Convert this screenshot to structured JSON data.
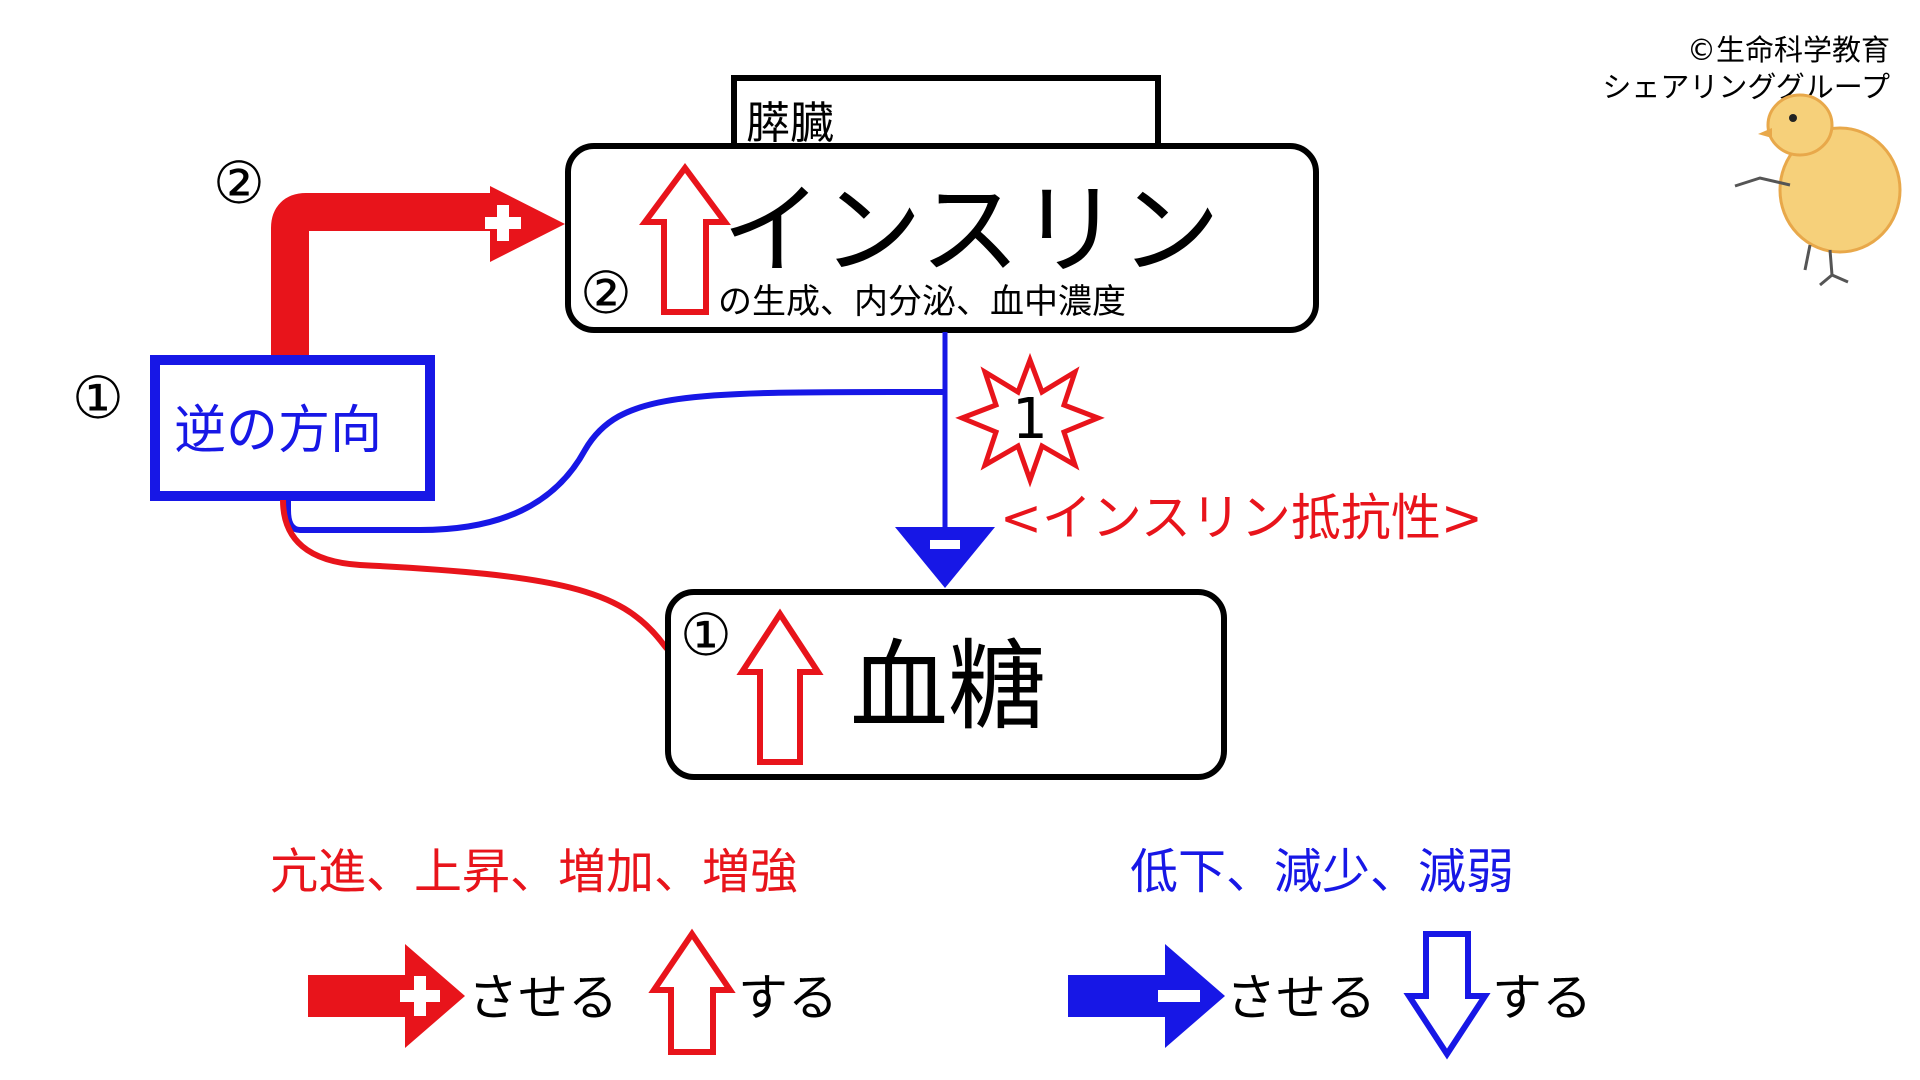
{
  "copyright": {
    "line1": "©生命科学教育",
    "line2": "シェアリンググループ"
  },
  "pancreas_label": "膵臓",
  "insulin": {
    "title": "インスリン",
    "subtitle": "の生成、内分泌、血中濃度",
    "marker": "②"
  },
  "marker_top": "②",
  "marker_left": "①",
  "reverse_direction": "逆の方向",
  "blood_sugar": {
    "title": "血糖",
    "marker": "①"
  },
  "resistance": {
    "number": "1",
    "label": "<インスリン抵抗性>"
  },
  "legend": {
    "increase_words": "亢進、上昇、増加、増強",
    "decrease_words": "低下、減少、減弱",
    "make_label_1": "させる",
    "do_label_1": "する",
    "make_label_2": "させる",
    "do_label_2": "する"
  },
  "colors": {
    "red": "#e8141b",
    "blue": "#1717e6",
    "black": "#000000"
  }
}
